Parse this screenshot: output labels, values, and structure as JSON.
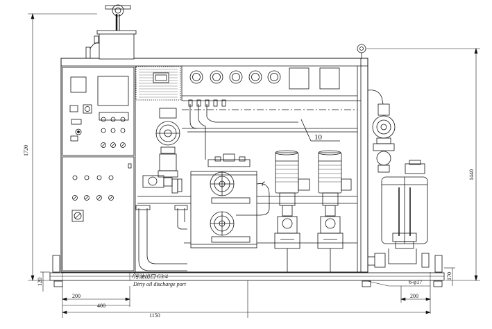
{
  "part_number": "10",
  "discharge_port_cn": "污油出口 G3/4",
  "discharge_port_en": "Dirty oil discharge port",
  "hole_note": "6-φ17",
  "dimensions": {
    "overall_height": "1720",
    "frame_height": "1440",
    "left_base_height": "120",
    "right_base_height": "170",
    "left_offset_1": "200",
    "left_offset_2": "400",
    "overall_width": "1150",
    "right_offset": "200"
  }
}
